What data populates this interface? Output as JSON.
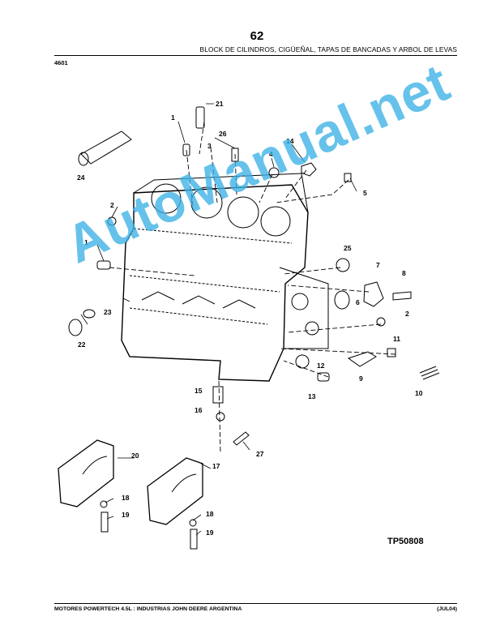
{
  "header": {
    "page_number": "62",
    "title": "BLOCK DE CILINDROS, CIGÜEÑAL, TAPAS DE BANCADAS Y ARBOL DE LEVAS",
    "section_code": "4601"
  },
  "figure": {
    "code": "TP50808",
    "callouts": [
      "1",
      "1",
      "2",
      "2",
      "3",
      "4",
      "5",
      "6",
      "7",
      "8",
      "9",
      "10",
      "11",
      "12",
      "13",
      "14",
      "15",
      "16",
      "17",
      "18",
      "18",
      "19",
      "19",
      "20",
      "21",
      "22",
      "23",
      "24",
      "25",
      "26",
      "27"
    ]
  },
  "watermark": {
    "text": "AutoManual.net"
  },
  "footer": {
    "left": "MOTORES POWERTECH 4.5L : INDUSTRIAS JOHN DEERE ARGENTINA",
    "right": "(JUL04)"
  }
}
